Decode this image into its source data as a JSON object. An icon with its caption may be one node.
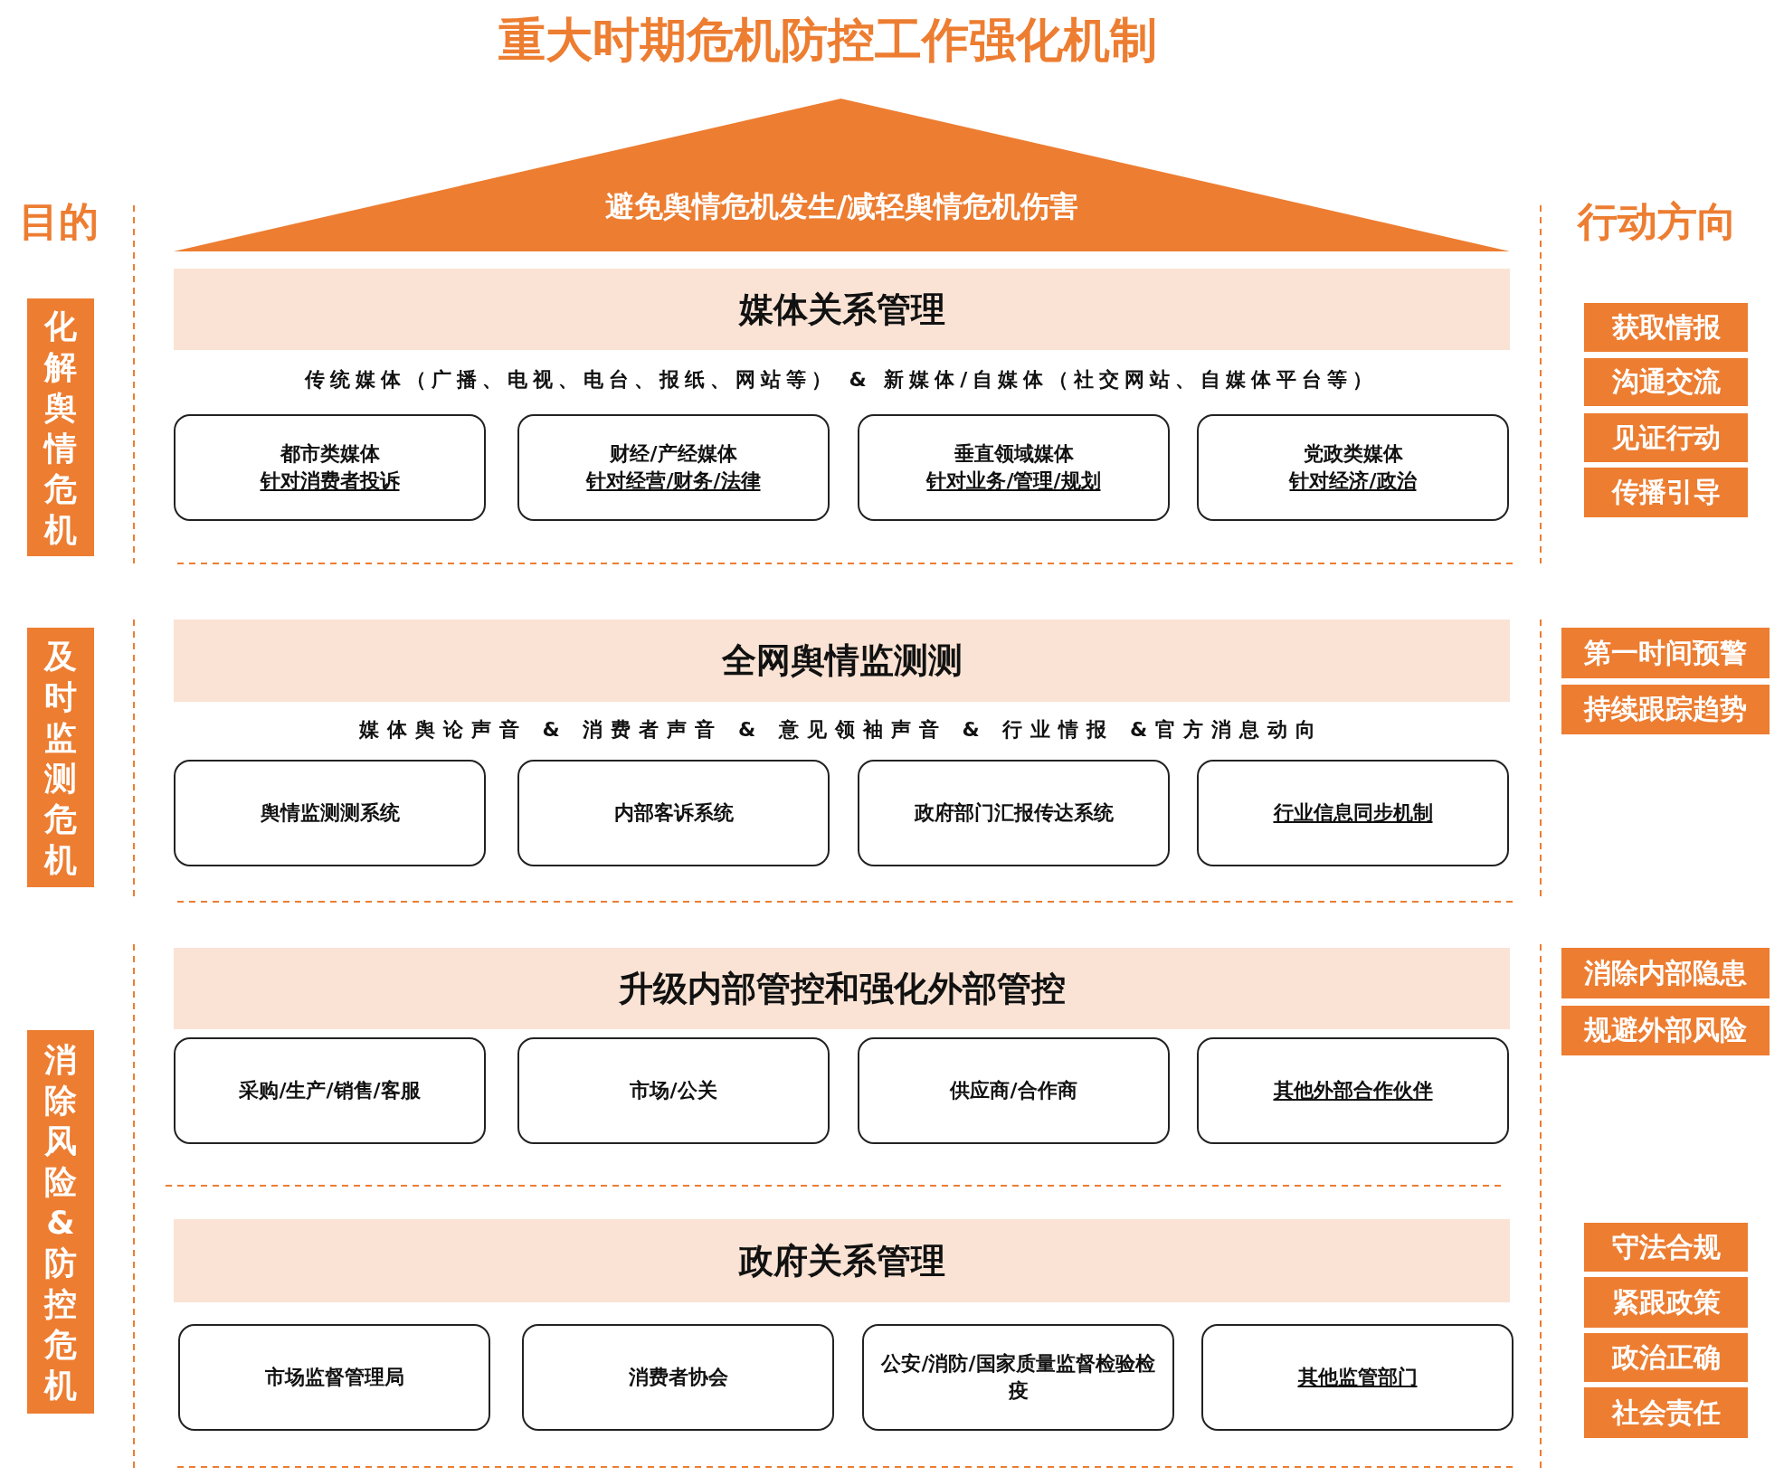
{
  "diagram": {
    "title": "重大时期危机防控工作强化机制",
    "nodes": [
      {
        "text": [
          "避免舆情危机发生/减轻舆情危机伤害"
        ]
      },
      {
        "text": [
          "化解舆情危机"
        ]
      },
      {
        "text": [
          "媒体关系管理"
        ]
      },
      {
        "text": [
          "都市类媒体",
          "针对消费者投诉"
        ]
      },
      {
        "text": [
          "财经/产经媒体",
          "针对经营/财务/法律"
        ]
      },
      {
        "text": [
          "垂直领域媒体",
          "针对业务/管理/规划"
        ]
      },
      {
        "text": [
          "党政类媒体",
          "针对经济/政治"
        ]
      },
      {
        "text": [
          "获取情报"
        ]
      },
      {
        "text": [
          "沟通交流"
        ]
      },
      {
        "text": [
          "见证行动"
        ]
      },
      {
        "text": [
          "传播引导"
        ]
      },
      {
        "text": [
          "及时监测危机"
        ]
      },
      {
        "text": [
          "全网舆情监测测"
        ]
      },
      {
        "text": [
          "舆情监测测系统"
        ]
      },
      {
        "text": [
          "内部客诉系统"
        ]
      },
      {
        "text": [
          "政府部门汇报传达系统"
        ]
      },
      {
        "text": [
          "行业信息同步机制"
        ]
      },
      {
        "text": [
          "第一时间预警"
        ]
      },
      {
        "text": [
          "持续跟踪趋势"
        ]
      },
      {
        "text": [
          "消除风险&防控危机"
        ]
      },
      {
        "text": [
          "升级内部管控和强化外部管控"
        ]
      },
      {
        "text": [
          "采购/生产/销售/客服"
        ]
      },
      {
        "text": [
          "市场/公关"
        ]
      },
      {
        "text": [
          "供应商/合作商"
        ]
      },
      {
        "text": [
          "其他外部合作伙伴"
        ]
      },
      {
        "text": [
          "消除内部隐患"
        ]
      },
      {
        "text": [
          "规避外部风险"
        ]
      },
      {
        "text": [
          "政府关系管理"
        ]
      },
      {
        "text": [
          "市场监督管理局"
        ]
      },
      {
        "text": [
          "消费者协会"
        ]
      },
      {
        "text": [
          "公安/消防/国家质量监督检验检疫"
        ]
      },
      {
        "text": [
          "其他监管部门"
        ]
      },
      {
        "text": [
          "守法合规"
        ]
      },
      {
        "text": [
          "紧跟政策"
        ]
      },
      {
        "text": [
          "政治正确"
        ]
      },
      {
        "text": [
          "社会责任"
        ]
      }
    ],
    "edges": [],
    "labels": [
      "目的",
      "行动方向",
      "传统媒体（广播、电视、电台、报纸、网站等） & 新媒体/自媒体（社交网站、自媒体平台等）",
      "媒体舆论声音 & 消费者声音 & 意见领袖声音 & 行业情报 &官方消息动向"
    ]
  }
}
